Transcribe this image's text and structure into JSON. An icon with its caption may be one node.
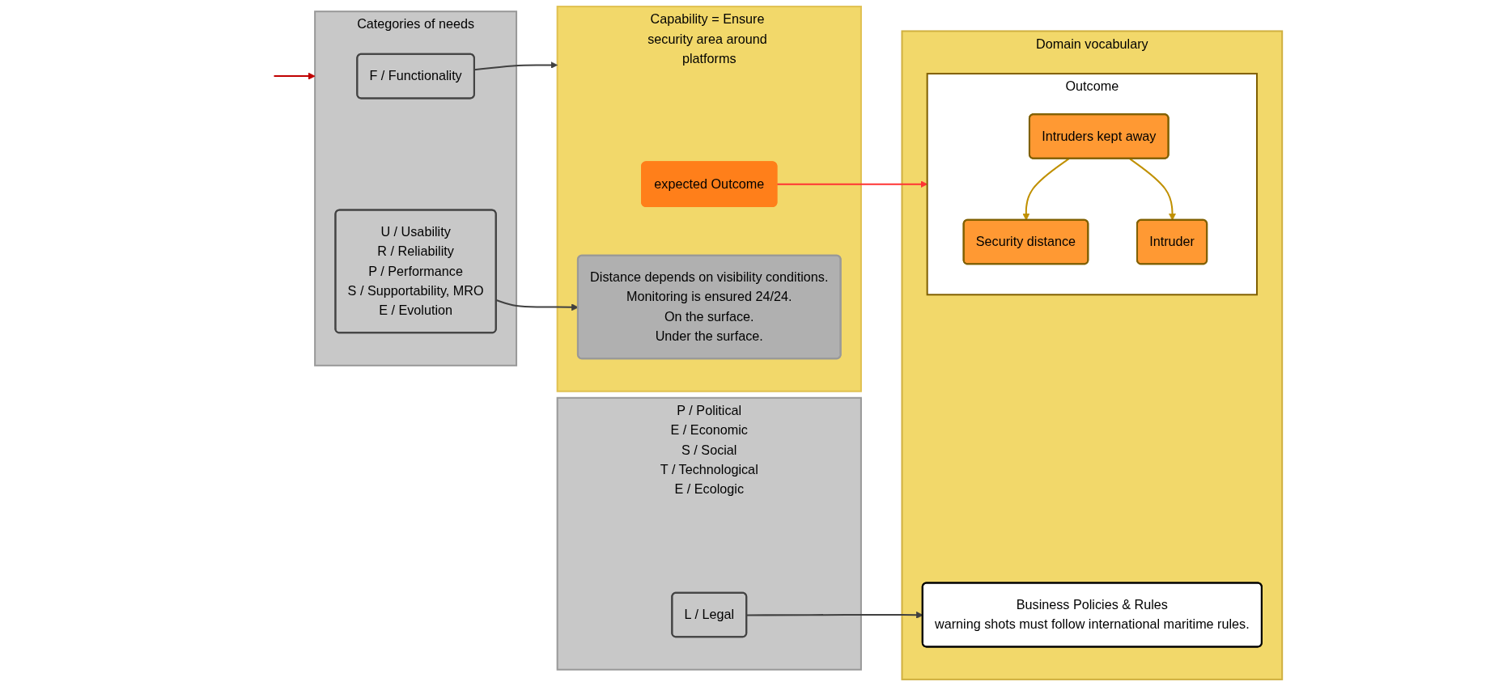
{
  "diagram": {
    "nodes": [
      {
        "text": [
          "Categories of needs"
        ]
      },
      {
        "text": [
          "F / Functionality"
        ],
        "in": 0
      },
      {
        "text": [
          "U / Usability",
          "R / Reliability",
          "P / Performance",
          "S / Supportability, MRO",
          "E / Evolution"
        ],
        "in": 0
      },
      {
        "text": [
          "P / Political",
          "E / Economic",
          "S / Social",
          "T / Technological",
          "E / Ecologic"
        ]
      },
      {
        "text": [
          "L / Legal"
        ],
        "in": 3
      },
      {
        "text": [
          "Capability = Ensure security area around platforms"
        ]
      },
      {
        "text": [
          "expected Outcome"
        ],
        "in": 5
      },
      {
        "text": [
          "Distance depends on visibility conditions.",
          "Monitoring is ensured 24/24.",
          "On the surface.",
          "Under the surface."
        ],
        "in": 5
      },
      {
        "text": [
          "Domain vocabulary"
        ]
      },
      {
        "text": [
          "Outcome"
        ],
        "in": 8
      },
      {
        "text": [
          "Intruders kept away"
        ],
        "in": 9
      },
      {
        "text": [
          "Security distance"
        ],
        "in": 9
      },
      {
        "text": [
          "Intruder"
        ],
        "in": 9
      },
      {
        "text": [
          "Business Policies & Rules",
          "warning shots must follow international maritime rules."
        ],
        "in": 8
      }
    ],
    "edges": [
      {
        "from": null,
        "to": 0,
        "arrow": "to",
        "color": "#c00000"
      },
      {
        "from": 1,
        "to": 5,
        "arrow": "to"
      },
      {
        "from": 2,
        "to": 7,
        "arrow": "to"
      },
      {
        "from": 6,
        "to": 9,
        "arrow": "to",
        "color": "#ff3333"
      },
      {
        "from": 10,
        "to": 11,
        "arrow": "to",
        "color": "#c09000"
      },
      {
        "from": 10,
        "to": 12,
        "arrow": "to",
        "color": "#c09000"
      },
      {
        "from": 4,
        "to": 13,
        "arrow": "to"
      }
    ]
  }
}
